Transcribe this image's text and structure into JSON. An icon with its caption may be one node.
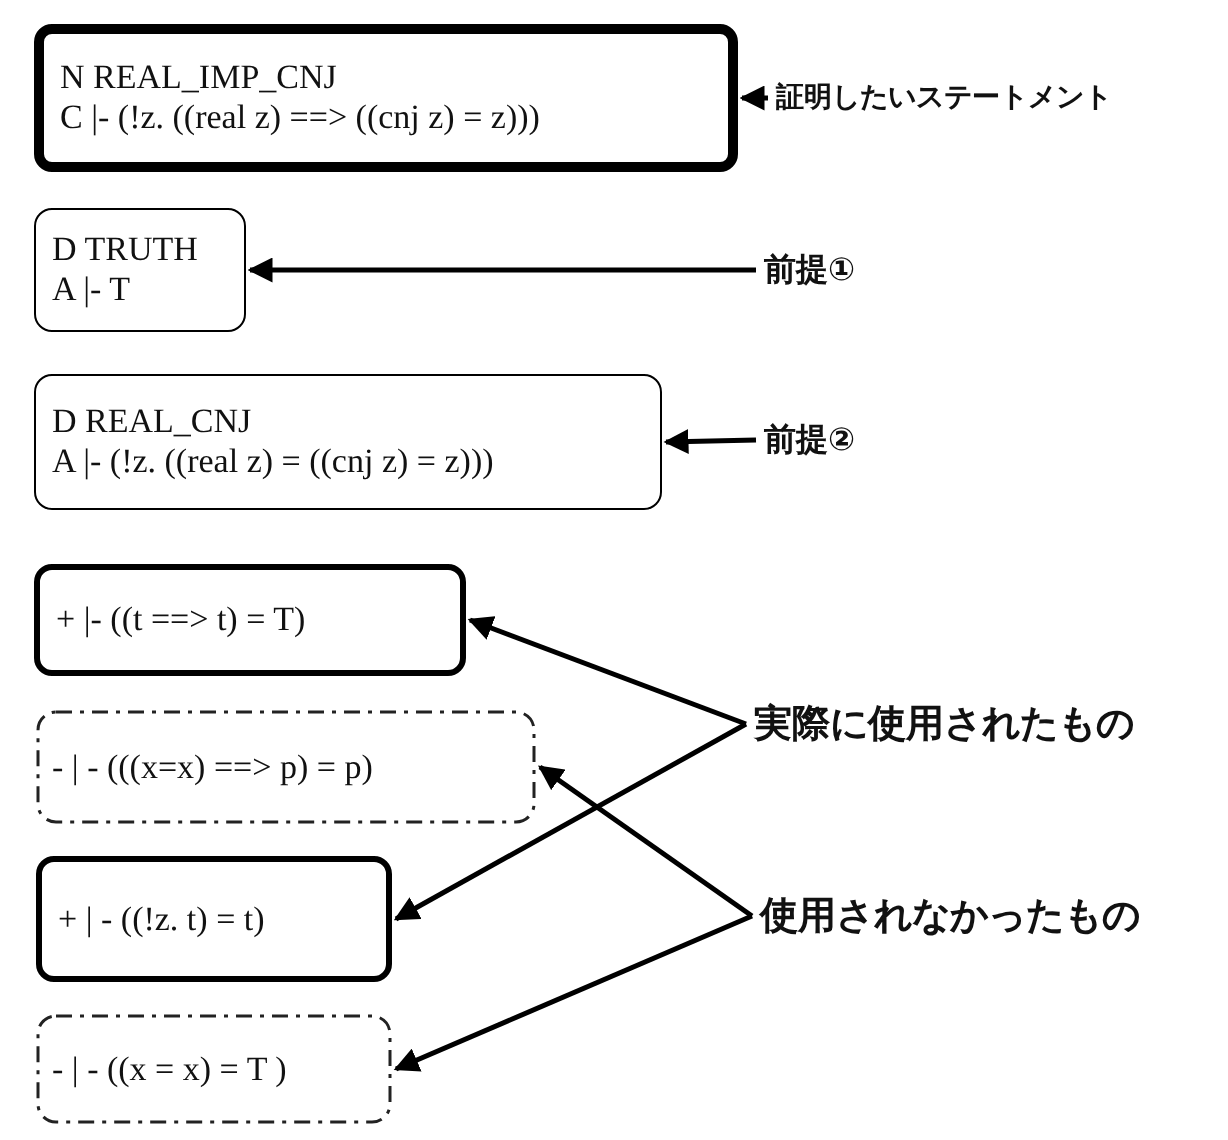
{
  "diagram": {
    "nodes": [
      {
        "text": [
          "N REAL_IMP_CNJ",
          "C |- (!z. ((real z) ==> ((cnj z) = z)))"
        ]
      },
      {
        "text": [
          "D TRUTH",
          "A |- T"
        ]
      },
      {
        "text": [
          "D REAL_CNJ",
          "A |- (!z. ((real z) = ((cnj z) = z)))"
        ]
      },
      {
        "text": [
          "+ |- ((t ==> t) = T)"
        ]
      },
      {
        "text": [
          "- | - (((x=x) ==> p) = p)"
        ]
      },
      {
        "text": [
          "+ | - ((!z. t) = t)"
        ]
      },
      {
        "text": [
          "- | - ((x = x) = T )"
        ]
      },
      {
        "text": [
          "証明したいステートメント"
        ]
      },
      {
        "text": [
          "前提①"
        ]
      },
      {
        "text": [
          "前提②"
        ]
      },
      {
        "text": [
          "実際に使用されたもの"
        ]
      },
      {
        "text": [
          "使用されなかったもの"
        ]
      }
    ],
    "edges": [
      {
        "from": 7,
        "to": 0,
        "arrow": "to"
      },
      {
        "from": 8,
        "to": 1,
        "arrow": "to"
      },
      {
        "from": 9,
        "to": 2,
        "arrow": "to"
      },
      {
        "from": 10,
        "to": 3,
        "arrow": "to"
      },
      {
        "from": 10,
        "to": 5,
        "arrow": "to"
      },
      {
        "from": 11,
        "to": 4,
        "arrow": "to"
      },
      {
        "from": 11,
        "to": 6,
        "arrow": "to"
      }
    ]
  }
}
